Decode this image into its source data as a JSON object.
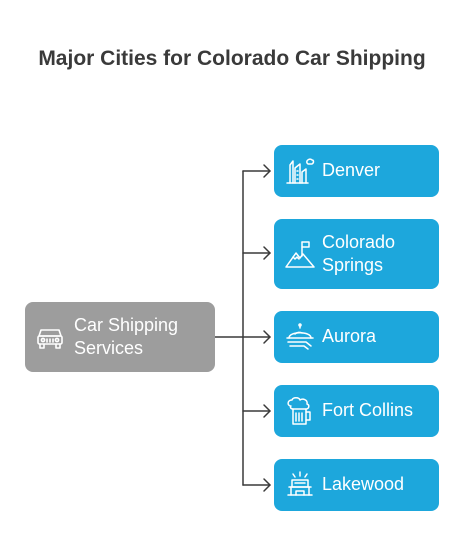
{
  "title": "Major Cities for Colorado Car Shipping",
  "root": {
    "label_line1": "Car Shipping",
    "label_line2": "Services",
    "icon": "jeep-icon"
  },
  "cities": [
    {
      "label_line1": "Denver",
      "label_line2": "",
      "icon": "skyline-icon"
    },
    {
      "label_line1": "Colorado",
      "label_line2": "Springs",
      "icon": "mountain-flag-icon"
    },
    {
      "label_line1": "Aurora",
      "label_line2": "",
      "icon": "cloche-service-icon"
    },
    {
      "label_line1": "Fort Collins",
      "label_line2": "",
      "icon": "brewery-beer-icon"
    },
    {
      "label_line1": "Lakewood",
      "label_line2": "",
      "icon": "park-bench-icon"
    }
  ],
  "colors": {
    "root_fill": "#9d9d9d",
    "city_fill": "#1da7dc",
    "connector": "#3a3a3a",
    "title_text": "#3a3a3a",
    "label_text": "#ffffff"
  }
}
